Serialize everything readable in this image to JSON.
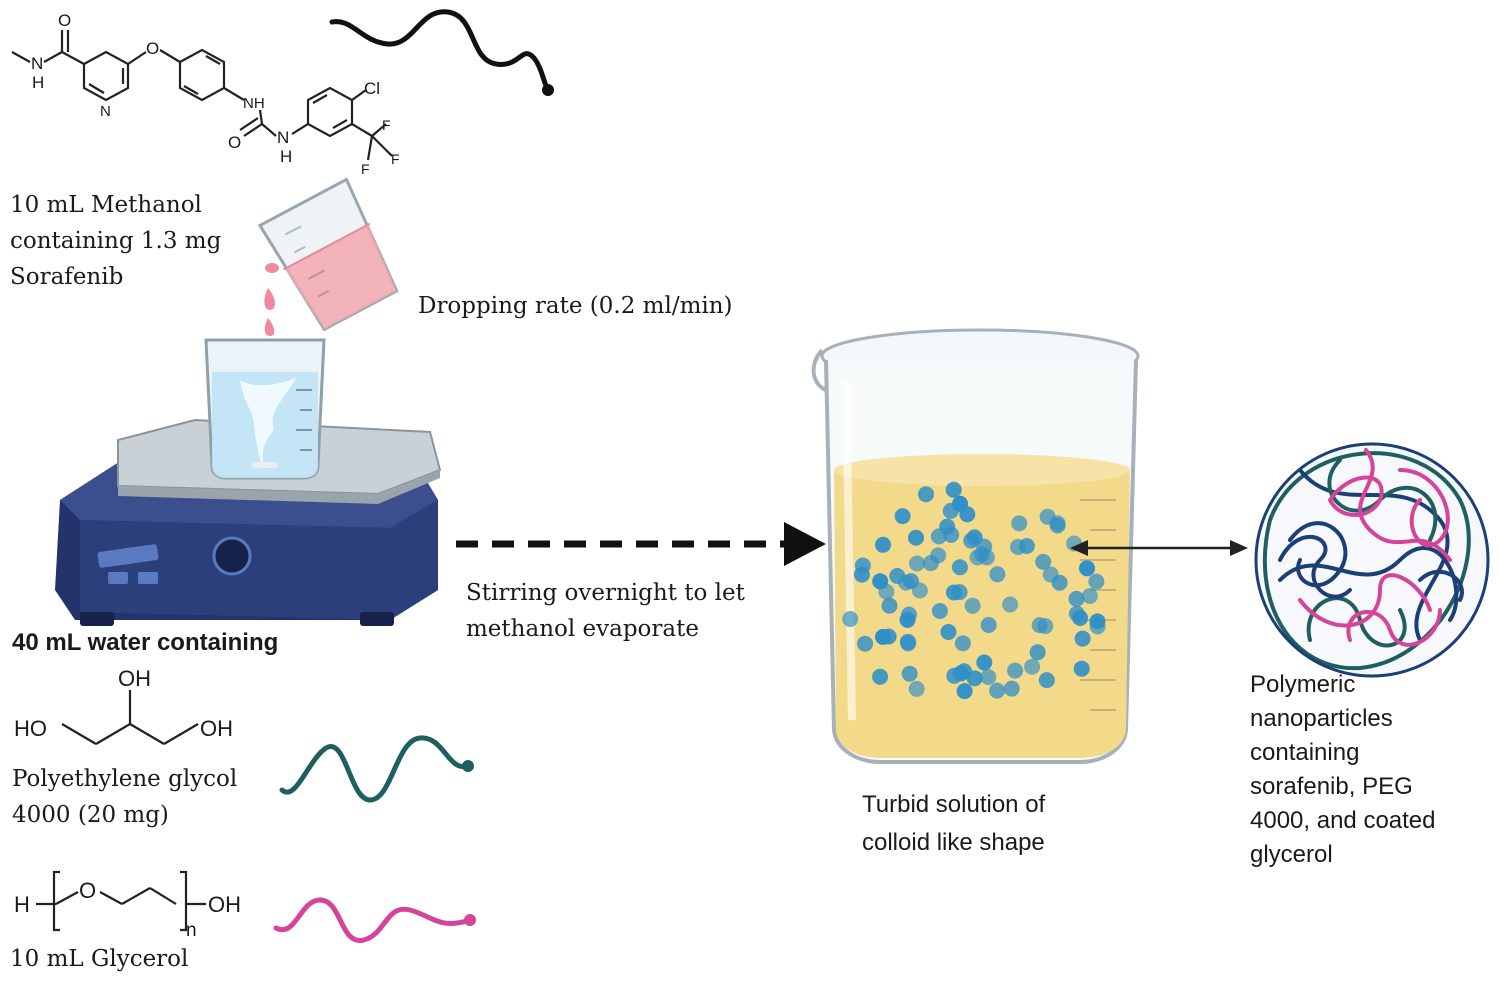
{
  "sorafenib_structure": {
    "atom_labels": [
      "O",
      "N",
      "H",
      "N",
      "O",
      "NH",
      "O",
      "N",
      "H",
      "Cl",
      "F",
      "F",
      "F"
    ]
  },
  "methanol_label": {
    "lines": [
      "10 mL Methanol",
      "containing 1.3 mg",
      "Sorafenib"
    ]
  },
  "dropping_rate_label": "Dropping rate (0.2 ml/min)",
  "water_label": "40 mL water containing",
  "glycerol_structure": {
    "atom_labels": [
      "OH",
      "HO",
      "OH"
    ]
  },
  "peg_label": {
    "lines": [
      "Polyethylene glycol",
      "4000 (20 mg)"
    ]
  },
  "peg_structure": {
    "atom_labels": [
      "H",
      "O",
      "n",
      "OH"
    ]
  },
  "glycerol_label": "10 mL Glycerol",
  "stirring_label": {
    "lines": [
      "Stirring overnight to let",
      "methanol evaporate"
    ]
  },
  "turbid_label": {
    "lines": [
      "Turbid solution of",
      "colloid like shape"
    ]
  },
  "nanoparticle_label": {
    "lines": [
      "Polymeric",
      "nanoparticles",
      "containing",
      "sorafenib, PEG",
      "4000, and coated",
      "glycerol"
    ]
  },
  "colors": {
    "sorafenib_chain": "#111111",
    "peg_chain": "#1f5f5f",
    "glycerol_chain": "#d4449a",
    "solution": "#f3d98a",
    "nanoparticle_dots": "#2f8fc8",
    "hotplate": "#2b3f7a",
    "water": "#bfe3f5",
    "droplet": "#f08a9a"
  },
  "icons": [
    "sorafenib-structure",
    "methanol-beaker-icon",
    "hotplate-stirrer-icon",
    "glycerol-structure",
    "peg-structure",
    "solution-beaker-icon",
    "nanoparticle-icon"
  ]
}
